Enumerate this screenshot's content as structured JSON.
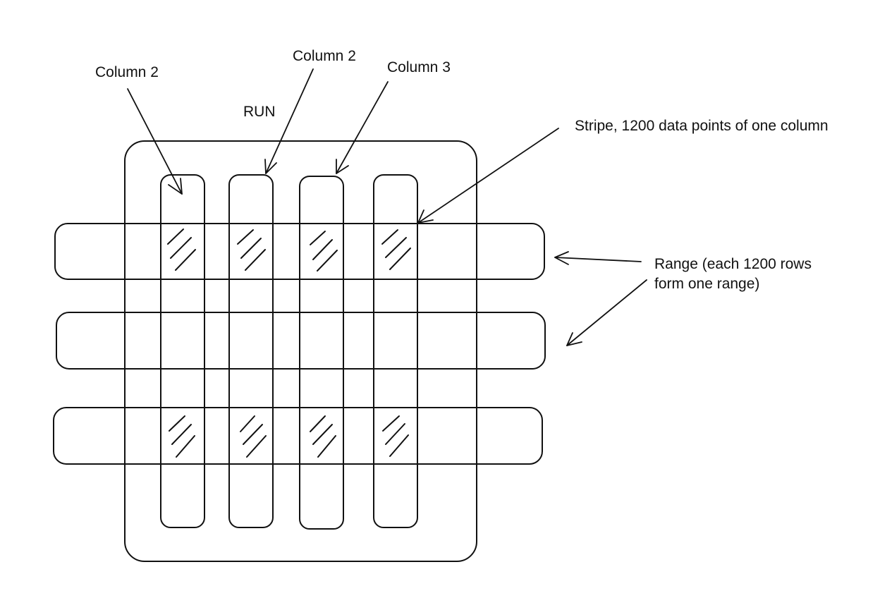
{
  "diagram": {
    "labels": {
      "column_left": "Column 2",
      "run": "RUN",
      "column_mid": "Column 2",
      "column_right": "Column 3",
      "stripe": "Stripe, 1200 data points of one column",
      "range_line1": "Range (each 1200 rows",
      "range_line2": "form one range)"
    },
    "structure": {
      "run_count": 1,
      "column_count": 4,
      "range_count": 3,
      "hatched_ranges": [
        1,
        3
      ]
    },
    "colors": {
      "stroke": "#111111",
      "background": "#ffffff"
    }
  }
}
